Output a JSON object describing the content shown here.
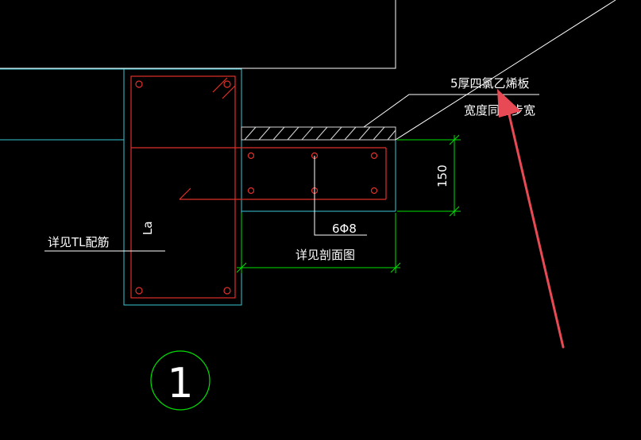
{
  "colors": {
    "background": "#000000",
    "outline_white": "#ffffff",
    "concrete_cyan": "#39c6d6",
    "rebar_red": "#e0302a",
    "dimension_green": "#00e000",
    "hatch_white": "#d8d8d8",
    "arrow_red": "#e84a55"
  },
  "labels": {
    "board_note_line1": "5厚四氯乙烯板",
    "board_note_line2": "宽度同踏步宽",
    "dimension_height": "150",
    "rebar_spec": "6Φ8",
    "see_section": "详见剖面图",
    "see_tl_rebar": "详见TL配筋",
    "anchorage_length": "La",
    "detail_number": "1"
  },
  "icons": {
    "callout_arrow": "red-arrow-icon",
    "detail_marker": "detail-circle-icon"
  }
}
